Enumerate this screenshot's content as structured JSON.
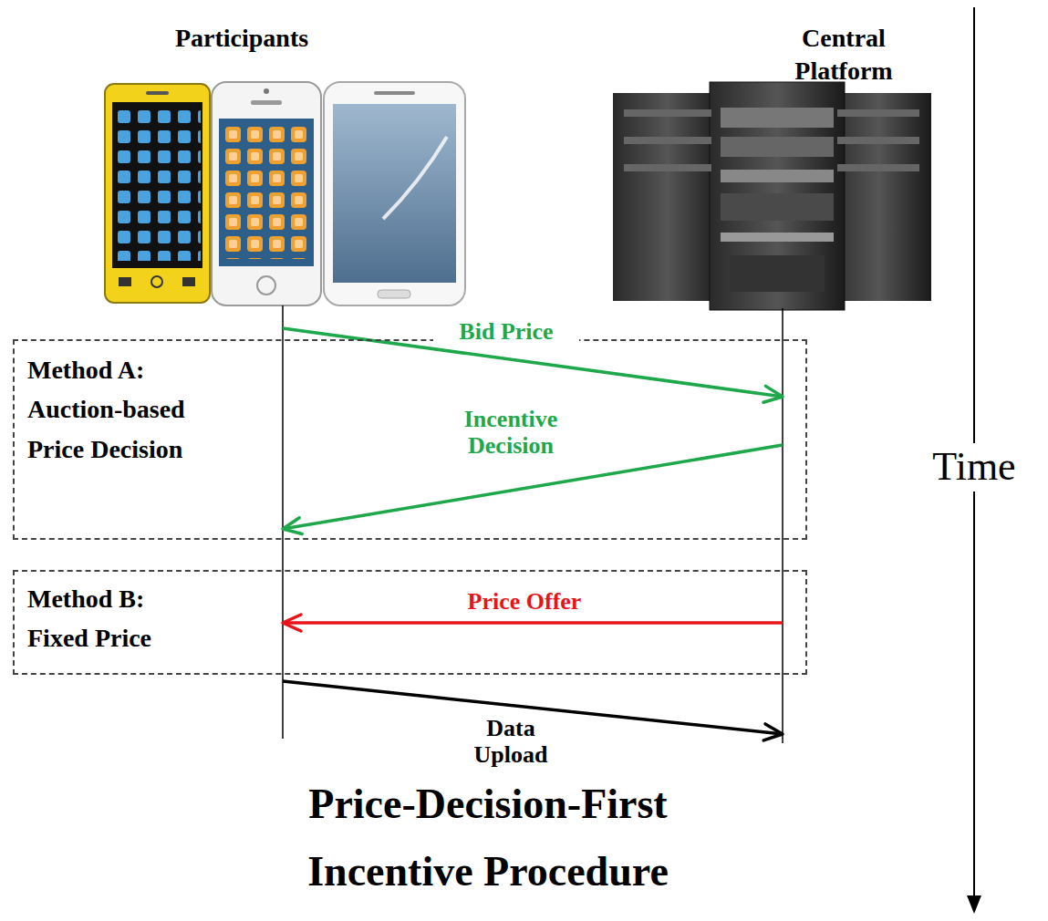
{
  "diagram": {
    "caption": "Price-Decision-First Incentive Procedure",
    "nodes": [
      {
        "text": [
          "Participants"
        ]
      },
      {
        "text": [
          "Central Platform"
        ]
      },
      {
        "text": [
          "Method A: Auction-based Price Decision"
        ]
      },
      {
        "text": [
          "Method B: Fixed Price"
        ]
      }
    ],
    "edges": [
      {
        "from": 0,
        "to": 1,
        "arrow": "to",
        "label": "Bid Price"
      },
      {
        "from": 1,
        "to": 0,
        "arrow": "to",
        "label": "Incentive Decision"
      },
      {
        "from": 1,
        "to": 0,
        "arrow": "to",
        "label": "Price Offer"
      },
      {
        "from": 0,
        "to": 1,
        "arrow": "to",
        "label": "Data Upload"
      }
    ],
    "labels": [
      "Time"
    ]
  }
}
